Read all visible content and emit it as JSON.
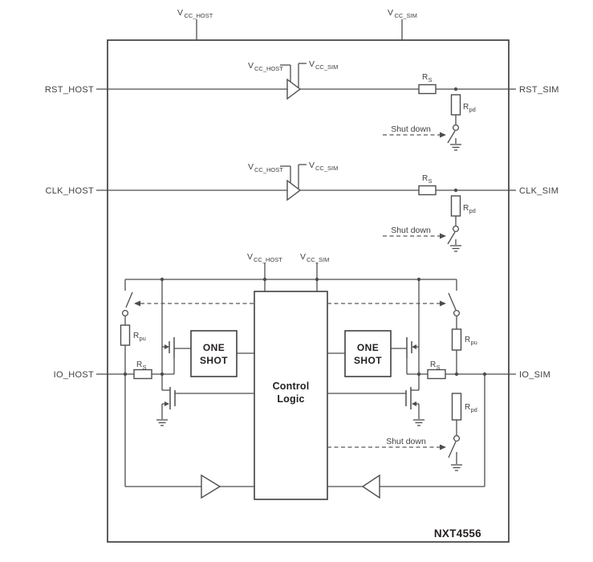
{
  "colors": {
    "line": "#4d4d4f",
    "text": "#414042",
    "emphasis_text": "#231f20",
    "background": "#ffffff"
  },
  "chip": {
    "name": "NXT4556"
  },
  "supply": {
    "v": "V",
    "host_sub": "CC_HOST",
    "sim_sub": "CC_SIM"
  },
  "pins": {
    "rst_host": "RST_HOST",
    "rst_sim": "RST_SIM",
    "clk_host": "CLK_HOST",
    "clk_sim": "CLK_SIM",
    "io_host": "IO_HOST",
    "io_sim": "IO_SIM"
  },
  "parts": {
    "r": "R",
    "rs_sub": "S",
    "rpd_sub": "pd",
    "rpu_sub": "pu"
  },
  "blocks": {
    "one_shot": [
      "ONE",
      "SHOT"
    ],
    "control_logic": [
      "Control",
      "Logic"
    ]
  },
  "annotations": {
    "shut_down": "Shut down"
  }
}
